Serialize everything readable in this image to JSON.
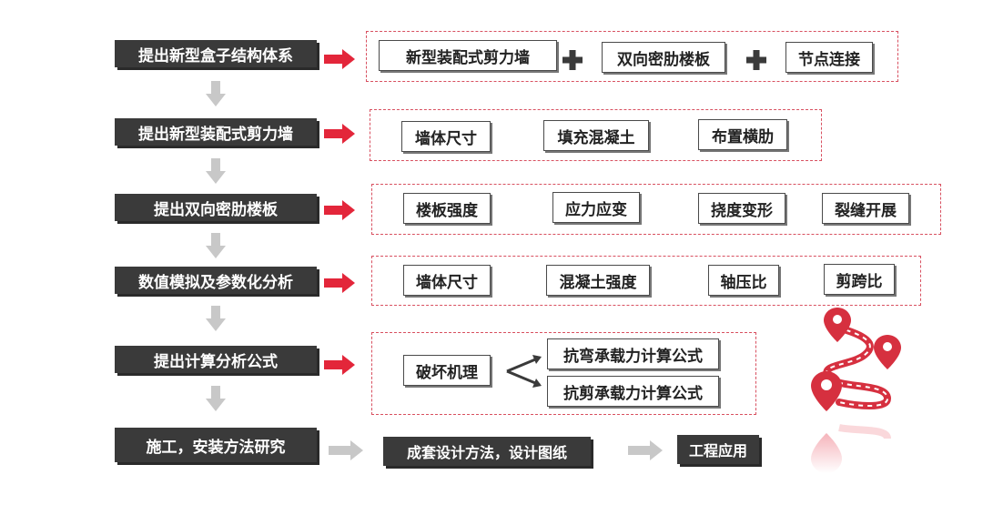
{
  "steps": [
    "提出新型盒子结构体系",
    "提出新型装配式剪力墙",
    "提出双向密肋楼板",
    "数值模拟及参数化分析",
    "提出计算分析公式",
    "施工，安装方法研究"
  ],
  "row1": [
    "新型装配式剪力墙",
    "双向密肋楼板",
    "节点连接"
  ],
  "row2": [
    "墙体尺寸",
    "填充混凝土",
    "布置横肋"
  ],
  "row3": [
    "楼板强度",
    "应力应变",
    "挠度变形",
    "裂缝开展"
  ],
  "row4": [
    "墙体尺寸",
    "混凝土强度",
    "轴压比",
    "剪跨比"
  ],
  "row5": {
    "source": "破坏机理",
    "outputs": [
      "抗弯承载力计算公式",
      "抗剪承载力计算公式"
    ]
  },
  "row6": [
    "成套设计方法，设计图纸",
    "工程应用"
  ],
  "colors": {
    "accent": "#e3263a",
    "dark": "#3a3a3a",
    "grey_arrow": "#c8c8c8",
    "dash": "#d85060"
  },
  "icons": [
    "plus-icon",
    "red-arrow-icon",
    "down-arrow-icon",
    "map-pin-icon",
    "route-icon"
  ]
}
